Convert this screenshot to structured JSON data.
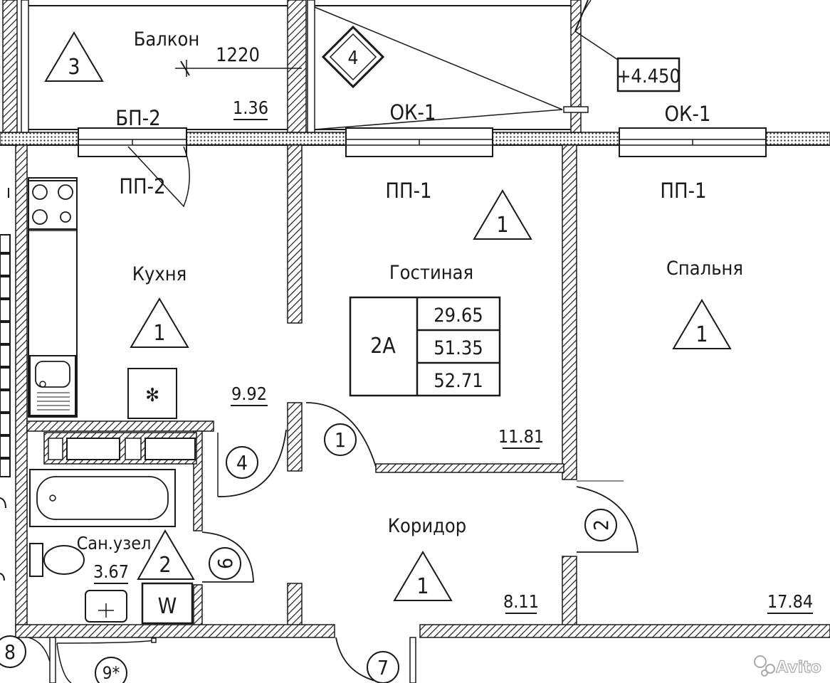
{
  "rooms": {
    "balcony": "Балкон",
    "kitchen": "Кухня",
    "living": "Гостиная",
    "bedroom": "Спальня",
    "corridor": "Коридор",
    "bathroom": "Сан.узел"
  },
  "areas": {
    "balcony": "1.36",
    "kitchen": "9.92",
    "living": "11.81",
    "bedroom": "17.84",
    "corridor": "8.11",
    "bathroom": "3.67"
  },
  "dimension": "1220",
  "level_mark": "+4.450",
  "openings": {
    "balcony_door": "БП-2",
    "window_1": "ОК-1",
    "window_2": "ОК-1",
    "sill_kitchen": "ПП-2",
    "sill_living": "ПП-1",
    "sill_bedroom": "ПП-1"
  },
  "apartment_table": {
    "type": "2А",
    "values": [
      "29.65",
      "51.35",
      "52.71"
    ]
  },
  "markers": {
    "balcony_triangle": "3",
    "balcony_diamond": "4",
    "living_triangle": "1",
    "kitchen_triangle": "1",
    "bedroom_triangle": "1",
    "corridor_triangle": "1",
    "bathroom_triangle": "2"
  },
  "door_marks": {
    "living_door": "1",
    "bedroom_door": "2",
    "kitchen_door": "4",
    "bathroom_door": "6",
    "entrance_door": "7",
    "left_door_8": "8",
    "left_door_9": "9*"
  },
  "fixtures": {
    "washer": "W",
    "fridge": "✻"
  },
  "watermark": "Avito"
}
